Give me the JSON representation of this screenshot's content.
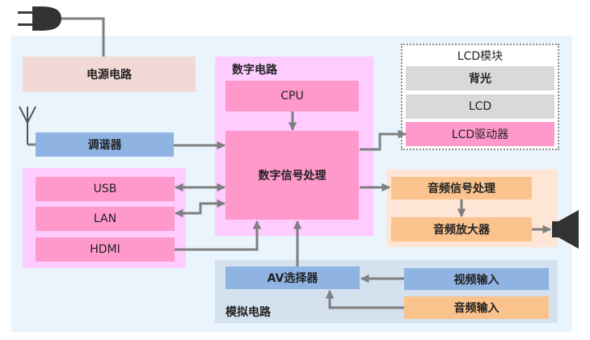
{
  "colors": {
    "background": "#eaf4fc",
    "power": "#f2d9d6",
    "pink_panel": "#ffccff",
    "pink_box": "#ff99cc",
    "blue_box": "#8fb4e3",
    "orange_panel": "#fde6d6",
    "orange_box": "#fac28c",
    "gray_panel": "#d4e1ef",
    "gray_box": "#d9d9d9",
    "wire": "#7f7f7f"
  },
  "icons": [
    "power-plug-icon",
    "antenna-icon",
    "speaker-icon"
  ],
  "power": {
    "label": "电源电路"
  },
  "digital": {
    "title": "数字电路",
    "cpu": "CPU",
    "dsp": "数字信号处理"
  },
  "tuner": {
    "label": "调谐器"
  },
  "ports": {
    "usb": "USB",
    "lan": "LAN",
    "hdmi": "HDMI"
  },
  "lcd": {
    "title": "LCD模块",
    "backlight": "背光",
    "panel": "LCD",
    "driver": "LCD驱动器"
  },
  "audio": {
    "processing": "音频信号处理",
    "amplifier": "音频放大器"
  },
  "analog": {
    "title": "模拟电路",
    "av_selector": "AV选择器",
    "video_in": "视频输入",
    "audio_in": "音频输入"
  }
}
